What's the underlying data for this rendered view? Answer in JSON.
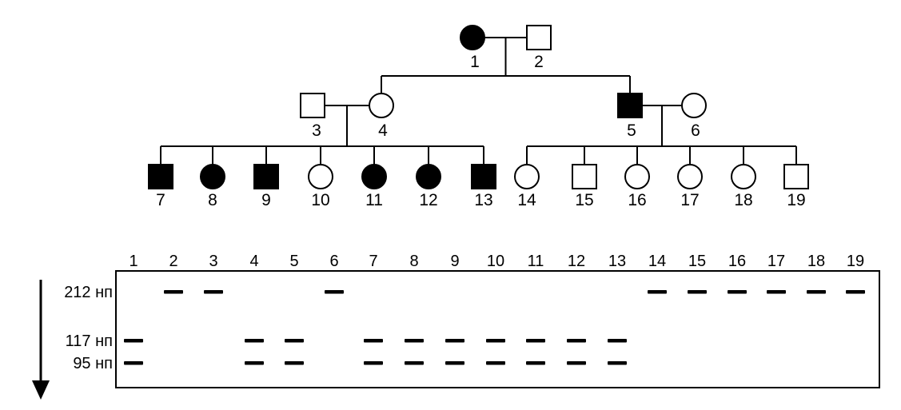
{
  "pedigree": {
    "individuals": [
      {
        "id": "1",
        "label": "1",
        "sex": "female",
        "affected": true
      },
      {
        "id": "2",
        "label": "2",
        "sex": "male",
        "affected": false
      },
      {
        "id": "3",
        "label": "3",
        "sex": "male",
        "affected": false
      },
      {
        "id": "4",
        "label": "4",
        "sex": "female",
        "affected": false
      },
      {
        "id": "5",
        "label": "5",
        "sex": "male",
        "affected": true
      },
      {
        "id": "6",
        "label": "6",
        "sex": "female",
        "affected": false
      },
      {
        "id": "7",
        "label": "7",
        "sex": "male",
        "affected": true
      },
      {
        "id": "8",
        "label": "8",
        "sex": "female",
        "affected": true
      },
      {
        "id": "9",
        "label": "9",
        "sex": "male",
        "affected": true
      },
      {
        "id": "10",
        "label": "10",
        "sex": "female",
        "affected": false
      },
      {
        "id": "11",
        "label": "11",
        "sex": "female",
        "affected": true
      },
      {
        "id": "12",
        "label": "12",
        "sex": "female",
        "affected": true
      },
      {
        "id": "13",
        "label": "13",
        "sex": "male",
        "affected": true
      },
      {
        "id": "14",
        "label": "14",
        "sex": "female",
        "affected": false
      },
      {
        "id": "15",
        "label": "15",
        "sex": "male",
        "affected": false
      },
      {
        "id": "16",
        "label": "16",
        "sex": "female",
        "affected": false
      },
      {
        "id": "17",
        "label": "17",
        "sex": "female",
        "affected": false
      },
      {
        "id": "18",
        "label": "18",
        "sex": "female",
        "affected": false
      },
      {
        "id": "19",
        "label": "19",
        "sex": "male",
        "affected": false
      }
    ],
    "couples": [
      {
        "partners": [
          "1",
          "2"
        ],
        "children": [
          "4",
          "5"
        ]
      },
      {
        "partners": [
          "3",
          "4"
        ],
        "children": [
          "7",
          "8",
          "9",
          "10",
          "11",
          "12",
          "13"
        ]
      },
      {
        "partners": [
          "5",
          "6"
        ],
        "children": [
          "14",
          "15",
          "16",
          "17",
          "18",
          "19"
        ]
      }
    ]
  },
  "gel": {
    "lanes": [
      "1",
      "2",
      "3",
      "4",
      "5",
      "6",
      "7",
      "8",
      "9",
      "10",
      "11",
      "12",
      "13",
      "14",
      "15",
      "16",
      "17",
      "18",
      "19"
    ],
    "bands": [
      {
        "size_label": "212 нп",
        "present_in_lanes": [
          "2",
          "3",
          "6",
          "14",
          "15",
          "16",
          "17",
          "18",
          "19"
        ]
      },
      {
        "size_label": "117 нп",
        "present_in_lanes": [
          "1",
          "4",
          "5",
          "7",
          "8",
          "9",
          "10",
          "11",
          "12",
          "13"
        ]
      },
      {
        "size_label": "95 нп",
        "present_in_lanes": [
          "1",
          "4",
          "5",
          "7",
          "8",
          "9",
          "10",
          "11",
          "12",
          "13"
        ]
      }
    ]
  }
}
